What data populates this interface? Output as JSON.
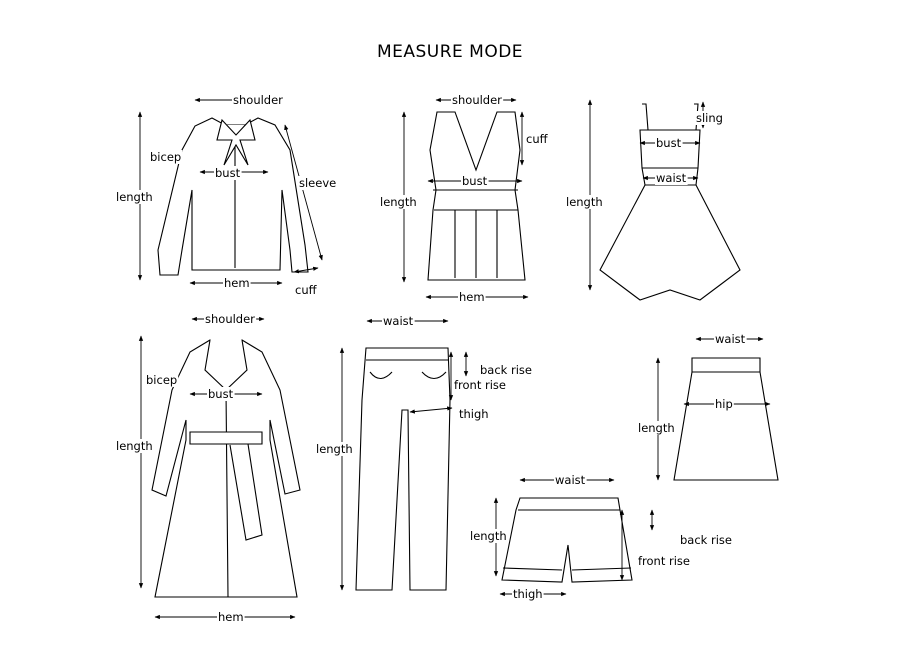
{
  "title": "MEASURE MODE",
  "garments": {
    "shirt": {
      "shoulder": "shoulder",
      "bicep": "bicep",
      "bust": "bust",
      "length": "length",
      "sleeve": "sleeve",
      "hem": "hem",
      "cuff": "cuff"
    },
    "tank": {
      "shoulder": "shoulder",
      "cuff": "cuff",
      "bust": "bust",
      "length": "length",
      "hem": "hem"
    },
    "dress": {
      "sling": "sling",
      "bust": "bust",
      "waist": "waist",
      "length": "length"
    },
    "coat": {
      "shoulder": "shoulder",
      "bicep": "bicep",
      "bust": "bust",
      "length": "length",
      "hem": "hem"
    },
    "pants": {
      "waist": "waist",
      "back_rise": "back rise",
      "front_rise": "front rise",
      "thigh": "thigh",
      "length": "length"
    },
    "skirt": {
      "waist": "waist",
      "hip": "hip",
      "length": "length"
    },
    "shorts": {
      "waist": "waist",
      "length": "length",
      "back_rise": "back rise",
      "front_rise": "front rise",
      "thigh": "thigh"
    }
  }
}
